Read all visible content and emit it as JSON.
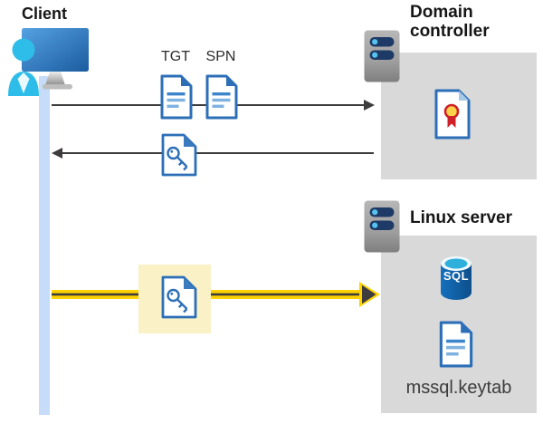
{
  "client": {
    "label": "Client"
  },
  "domain_controller": {
    "label": "Domain controller"
  },
  "linux_server": {
    "label": "Linux server",
    "sql_label": "SQL",
    "keytab_label": "mssql.keytab"
  },
  "flows": {
    "tgt_label": "TGT",
    "spn_label": "SPN"
  },
  "icons": {
    "client_workstation": "monitor-with-user",
    "server": "server-rack",
    "tgt_document": "text-document",
    "spn_document": "text-document",
    "service_ticket": "document-with-key",
    "certificate": "document-with-ribbon",
    "sql_database": "database-cylinder",
    "keytab_document": "text-document"
  },
  "colors": {
    "document_blue": "#2c6fb7",
    "panel_gray": "#d9d9d9",
    "arrow_gray": "#3d3d3d",
    "highlight_yellow_arrow": "#ffd200",
    "highlight_box_yellow": "#faf1c6",
    "client_line_blue": "#c6dcf8",
    "server_bar_navy": "#1e3a66",
    "sql_body_blue": "#1166ae",
    "certificate_red": "#cf2027",
    "certificate_gold": "#ffd24c"
  }
}
